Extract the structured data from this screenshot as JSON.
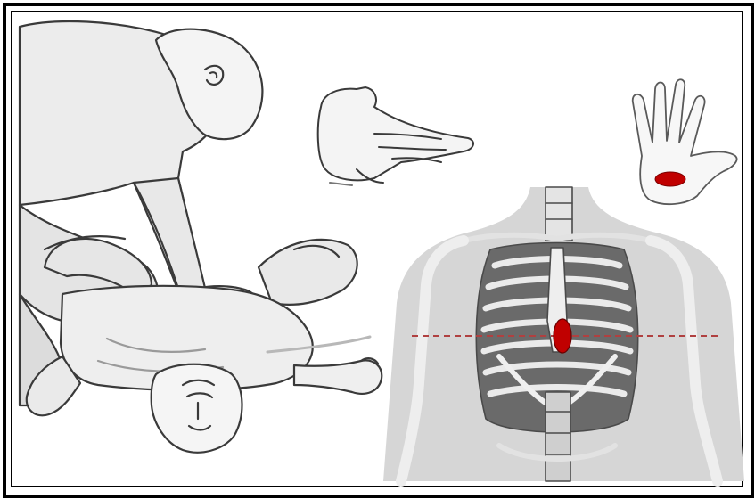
{
  "figure": {
    "panels": [
      {
        "id": "rescuer-compression",
        "kind": "illustration"
      },
      {
        "id": "interlocked-hands",
        "kind": "illustration"
      },
      {
        "id": "hand-heel-marker",
        "kind": "illustration"
      },
      {
        "id": "skeleton-sternum-marker",
        "kind": "illustration"
      }
    ]
  },
  "colors": {
    "line": "#3a3a3a",
    "skin": "#f2f2f2",
    "shade": "#c9c9c9",
    "bone": "#e6e6e6",
    "bone_dark": "#5e5e5e",
    "marker": "#c00000",
    "guide_line": "#b04040"
  }
}
